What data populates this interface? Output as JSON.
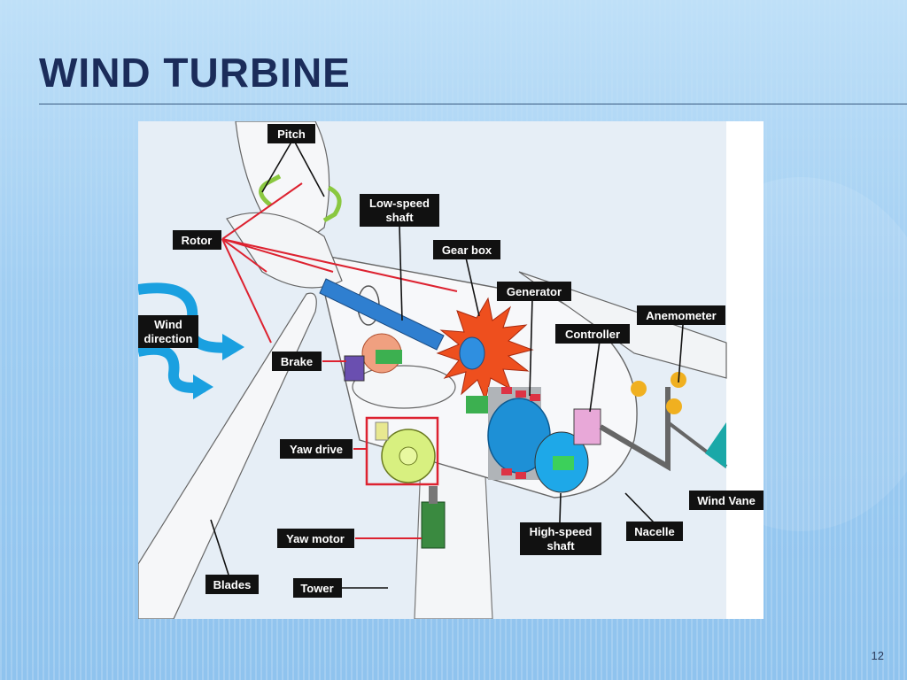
{
  "slide": {
    "title": "WIND TURBINE",
    "page_number": "12"
  },
  "diagram": {
    "labels": {
      "pitch": "Pitch",
      "rotor": "Rotor",
      "low_speed_shaft_1": "Low-speed",
      "low_speed_shaft_2": "shaft",
      "gear_box": "Gear box",
      "generator": "Generator",
      "controller": "Controller",
      "anemometer": "Anemometer",
      "wind_direction_1": "Wind",
      "wind_direction_2": "direction",
      "brake": "Brake",
      "yaw_drive": "Yaw drive",
      "wind_vane": "Wind Vane",
      "yaw_motor": "Yaw motor",
      "high_speed_shaft_1": "High-speed",
      "high_speed_shaft_2": "shaft",
      "nacelle": "Nacelle",
      "blades": "Blades",
      "tower": "Tower"
    }
  },
  "colors": {
    "gear": "#ee4f1e",
    "shaft": "#2f7fd0",
    "generator": "#1e90d6",
    "wind_arrow": "#1aa0e0",
    "callout_line": "#dd2230"
  }
}
